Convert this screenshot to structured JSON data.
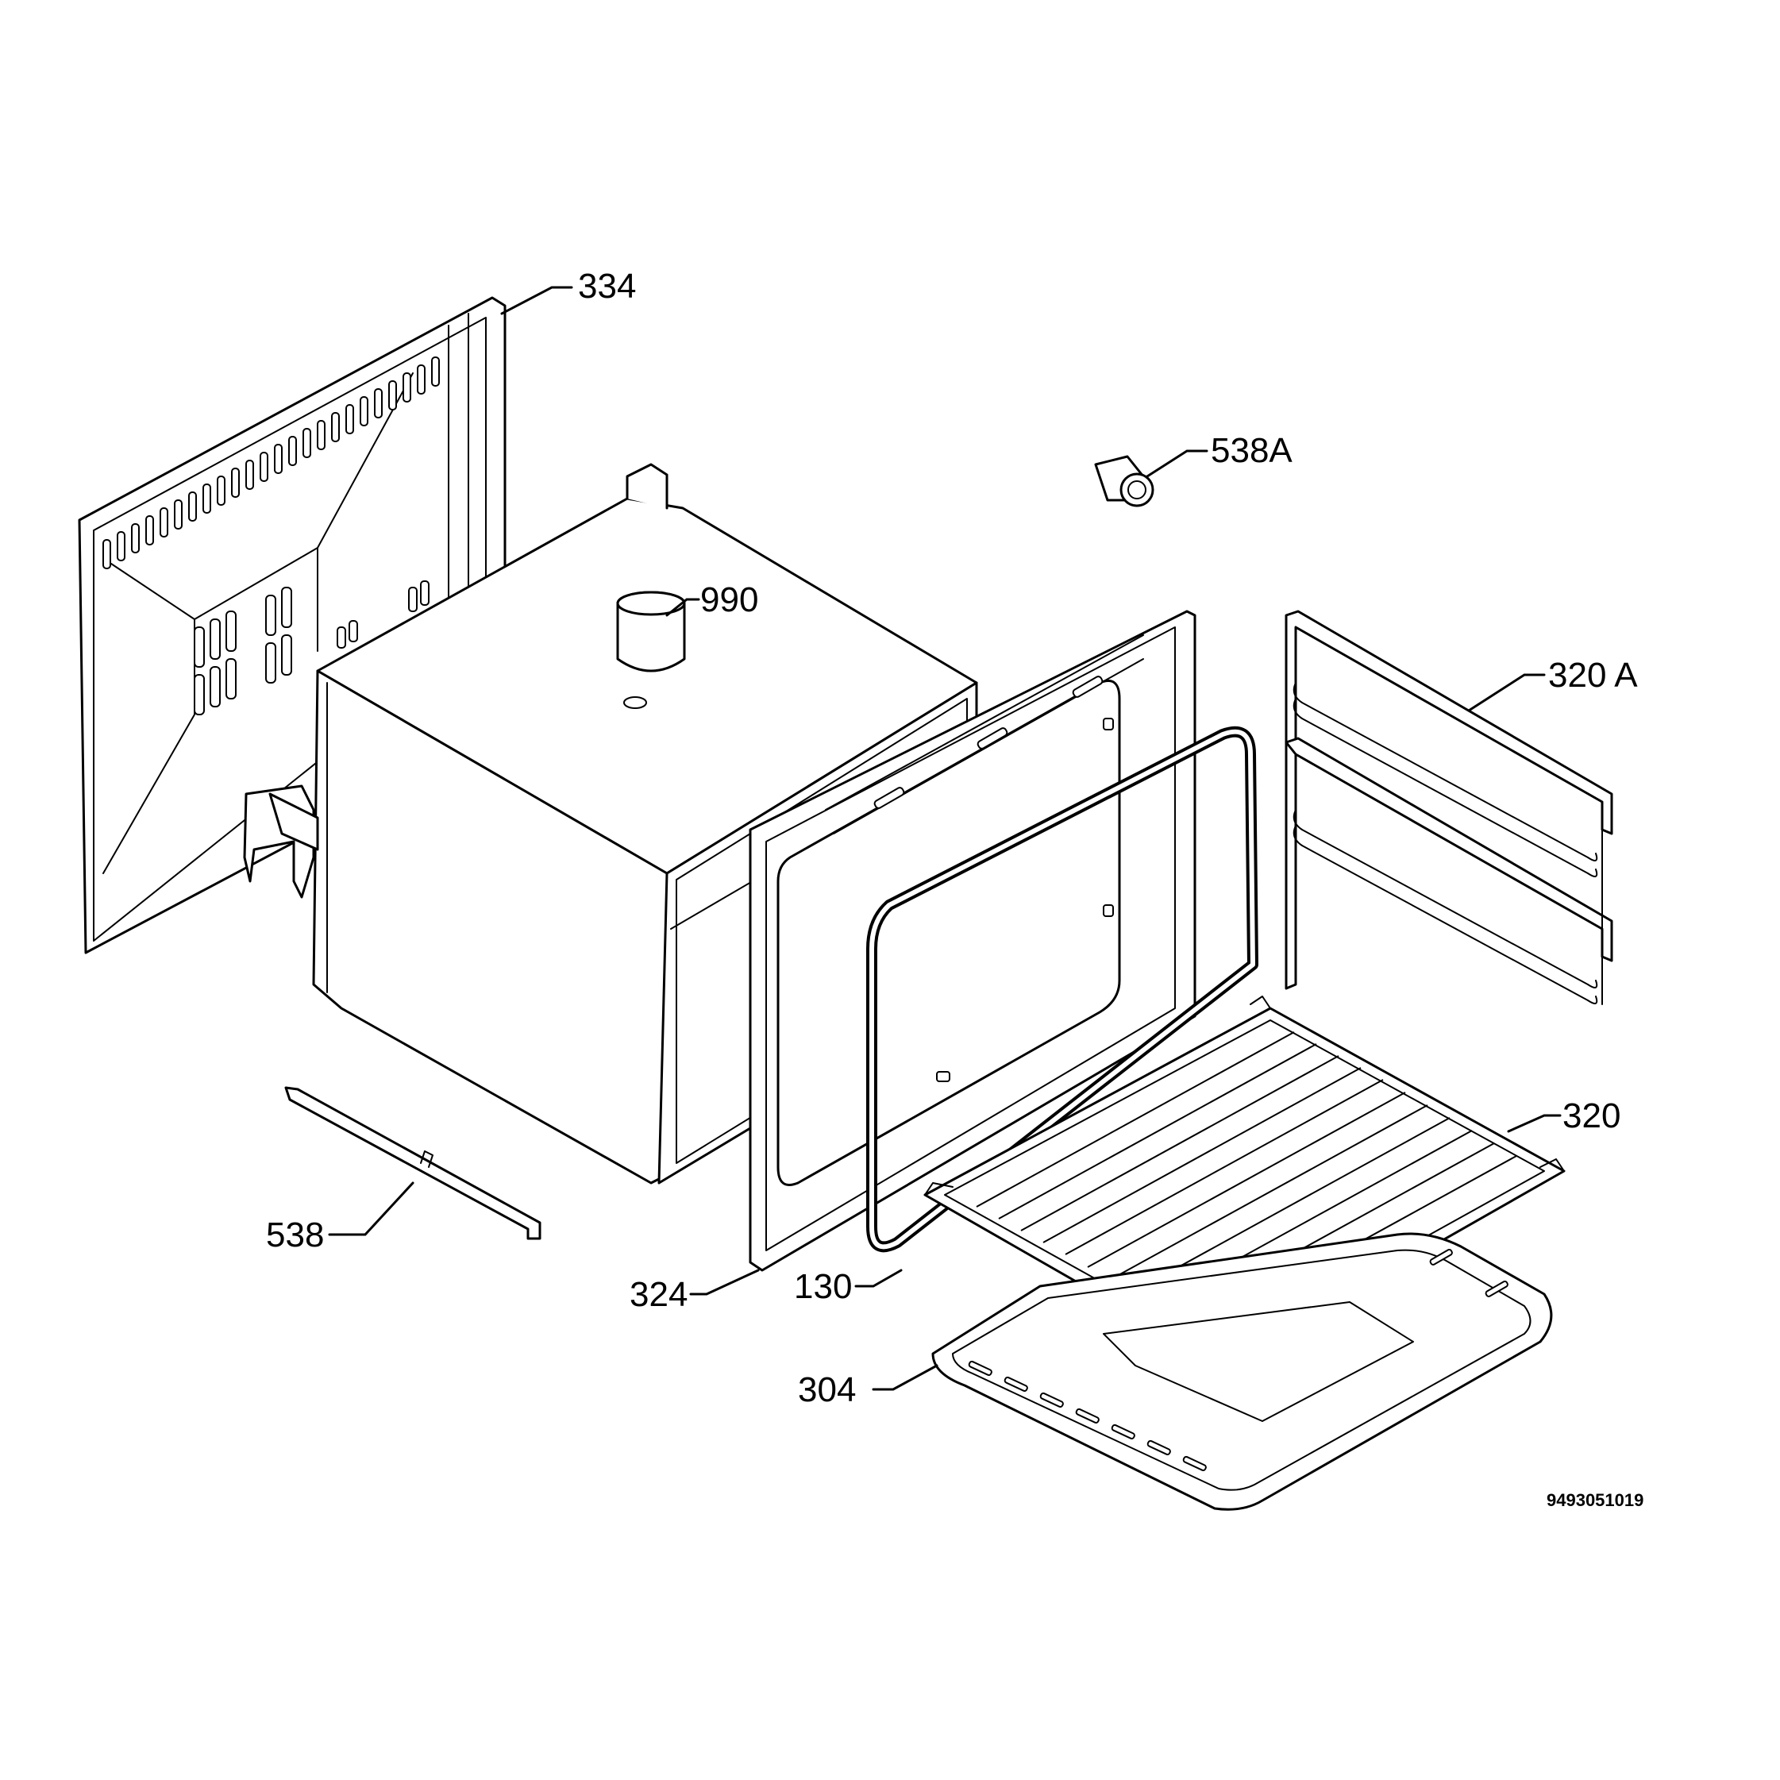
{
  "diagram": {
    "parts": [
      {
        "id": "back-panel",
        "label": "334"
      },
      {
        "id": "cavity-plug",
        "label": "538A"
      },
      {
        "id": "oven-cavity",
        "label": "990"
      },
      {
        "id": "side-rails",
        "label": "320 A"
      },
      {
        "id": "shelf-rack",
        "label": "320"
      },
      {
        "id": "bottom-strip",
        "label": "538"
      },
      {
        "id": "front-frame",
        "label": "324"
      },
      {
        "id": "door-gasket",
        "label": "130"
      },
      {
        "id": "baking-tray",
        "label": "304"
      }
    ],
    "document_number": "9493051019"
  }
}
